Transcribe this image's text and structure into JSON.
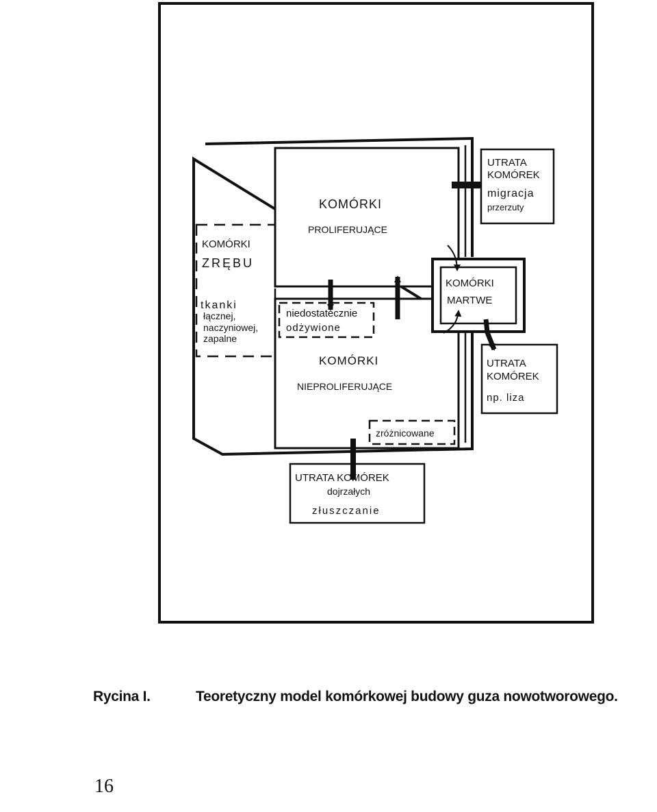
{
  "diagram": {
    "stroma": {
      "line1": "KOMÓRKI",
      "line2": "ZRĘBU",
      "line3": "tkanki",
      "line4": "łącznej,",
      "line5": "naczyniowej,",
      "line6": "zapalne"
    },
    "proliferating": {
      "line1": "KOMÓRKI",
      "line2": "PROLIFERUJĄCE"
    },
    "nonproliferating": {
      "line1": "KOMÓRKI",
      "line2": "NIEPROLIFERUJĄCE"
    },
    "underfed": {
      "line1": "niedostatecznie",
      "line2": "odżywione"
    },
    "differentiated": {
      "label": "zróżnicowane"
    },
    "dead": {
      "line1": "KOMÓRKI",
      "line2": "MARTWE"
    },
    "loss_migration": {
      "line1": "UTRATA",
      "line2": "KOMÓREK",
      "line3": "migracja",
      "line4": "przerzuty"
    },
    "loss_lysis": {
      "line1": "UTRATA",
      "line2": "KOMÓREK",
      "line3": "np. liza"
    },
    "loss_mature": {
      "line1": "UTRATA KOMÓREK",
      "line2": "dojrzałych",
      "line3": "złuszczanie"
    }
  },
  "caption": {
    "label": "Rycina I.",
    "text": "Teoretyczny model komórkowej budowy guza nowotworowego."
  },
  "page_number": "16"
}
